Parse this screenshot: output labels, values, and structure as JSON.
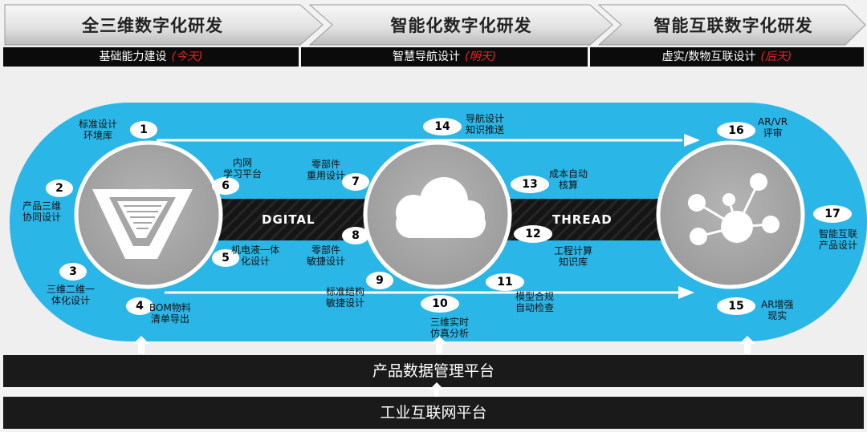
{
  "header": {
    "stages": [
      {
        "title": "全三维数字化研发"
      },
      {
        "title": "智能化数字化研发"
      },
      {
        "title": "智能互联数字化研发"
      }
    ],
    "subs": [
      {
        "label": "基础能力建设",
        "time": "(今天)"
      },
      {
        "label": "智慧导航设计",
        "time": "(明天)"
      },
      {
        "label": "虚实/数物互联设计",
        "time": "(后天)"
      }
    ]
  },
  "thread": {
    "left": "DGITAL",
    "right": "THREAD"
  },
  "items": [
    {
      "num": "1",
      "label": "标准设计\n环境库"
    },
    {
      "num": "2",
      "label": "产品三维\n协同设计"
    },
    {
      "num": "3",
      "label": "三维二维一\n体化设计"
    },
    {
      "num": "4",
      "label": "BOM物料\n清单导出"
    },
    {
      "num": "5",
      "label": "机电液一体\n化设计"
    },
    {
      "num": "6",
      "label": "内网\n学习平台"
    },
    {
      "num": "7",
      "label": "零部件\n重用设计"
    },
    {
      "num": "8",
      "label": "零部件\n敏捷设计"
    },
    {
      "num": "9",
      "label": "标准结构\n敏捷设计"
    },
    {
      "num": "10",
      "label": "三维实时\n仿真分析"
    },
    {
      "num": "11",
      "label": "模型合规\n自动检查"
    },
    {
      "num": "12",
      "label": "工程计算\n知识库"
    },
    {
      "num": "13",
      "label": "成本自动\n核算"
    },
    {
      "num": "14",
      "label": "导航设计\n知识推送"
    },
    {
      "num": "15",
      "label": "AR增强\n现实"
    },
    {
      "num": "16",
      "label": "AR/VR\n评审"
    },
    {
      "num": "17",
      "label": "智能互联\n产品设计"
    }
  ],
  "platforms": {
    "pdm": "产品数据管理平台",
    "iiot": "工业互联网平台"
  },
  "colors": {
    "loop": "#2bb6e8",
    "thread": "#141414",
    "circle": "#a6a6a6",
    "highlight": "#e8261f"
  },
  "icons": [
    "v-logo-icon",
    "cloud-icon",
    "network-hub-icon",
    "up-arrow-icon"
  ]
}
